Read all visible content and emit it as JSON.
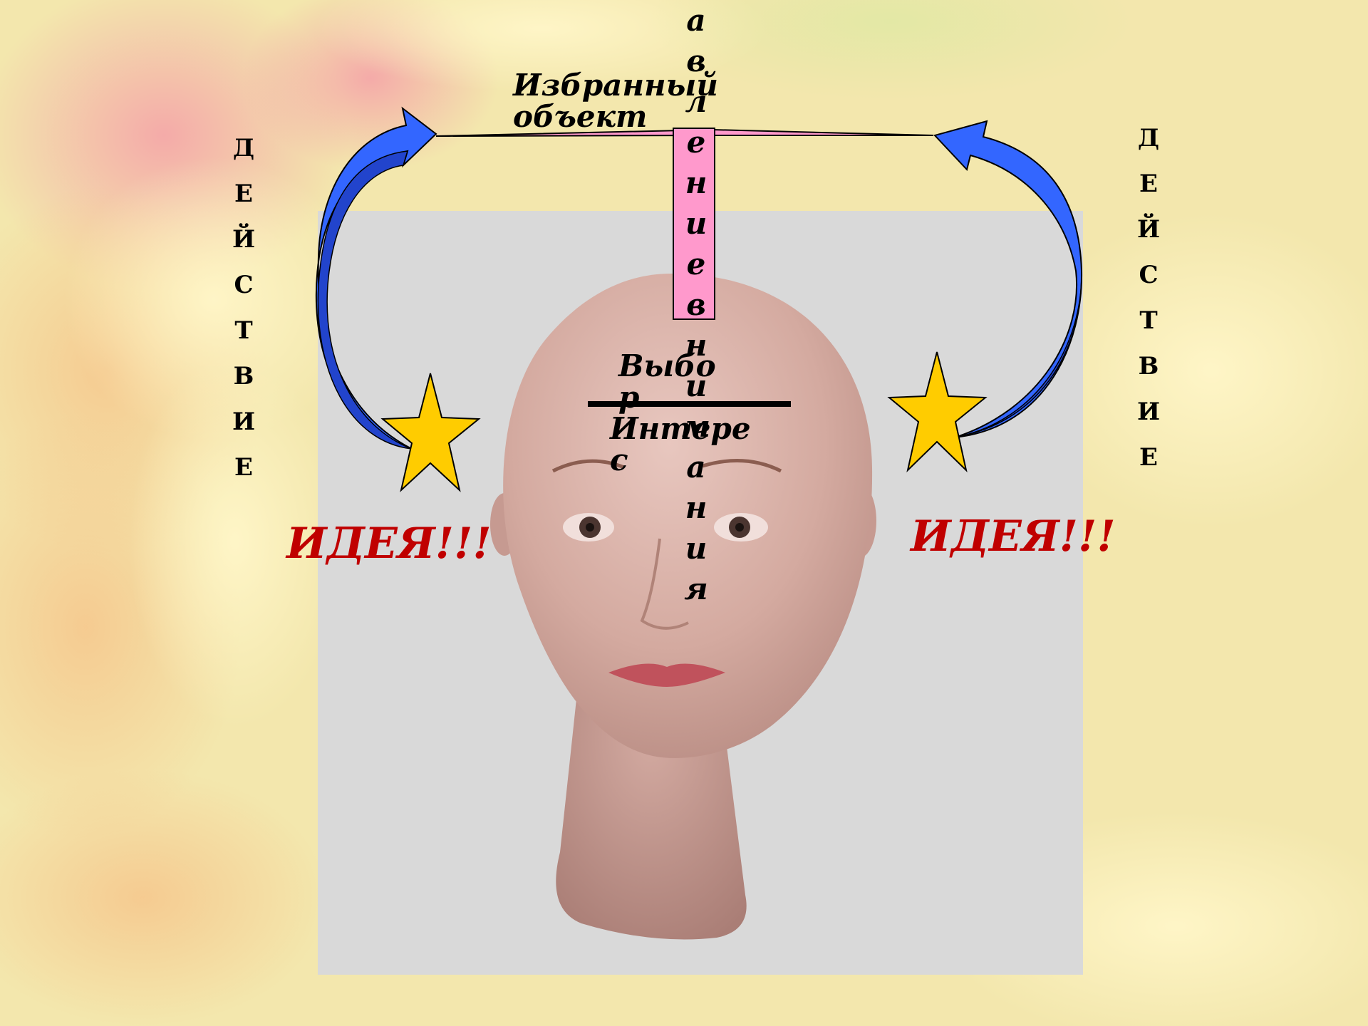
{
  "slide": {
    "chosen_object": "Избранный объект",
    "action_left": [
      "Д",
      "Е",
      "Й",
      "С",
      "Т",
      "В",
      "И",
      "Е"
    ],
    "action_right": [
      "Д",
      "Е",
      "Й",
      "С",
      "Т",
      "В",
      "И",
      "Е"
    ],
    "focus_column": [
      "а",
      "в",
      "л",
      "е",
      "н",
      "и",
      "е",
      "в",
      "н",
      "и",
      "м",
      "а",
      "н",
      "и",
      "я"
    ],
    "choice": "Выбор",
    "interest": "Интерес",
    "idea_left": "ИДЕЯ!!!",
    "idea_right": "ИДЕЯ!!!"
  },
  "colors": {
    "arrow_fill": "#3366ff",
    "star_fill": "#ffcc00",
    "pink_bar": "#ff99cc",
    "idea_text": "#c00000"
  },
  "icons": [
    "curved-arrow-icon",
    "star-icon"
  ]
}
